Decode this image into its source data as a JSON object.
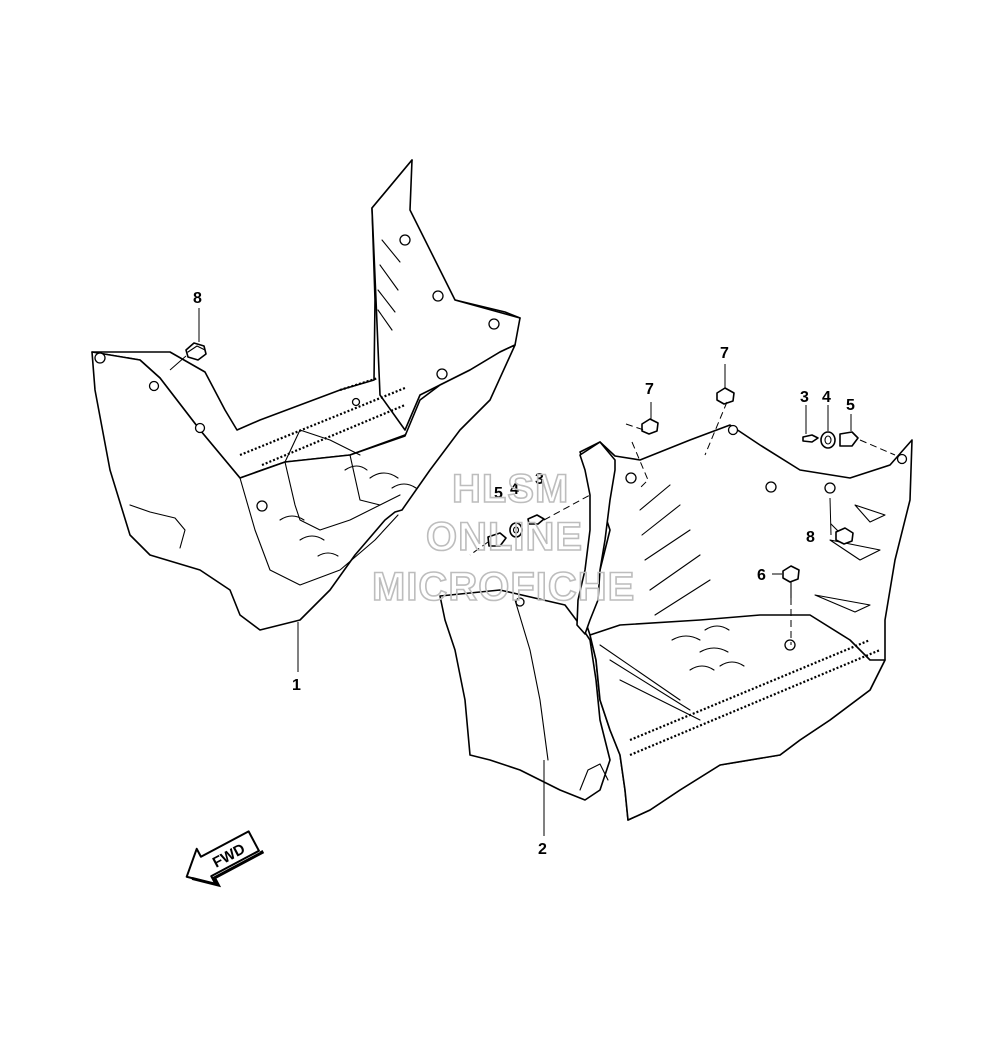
{
  "diagram": {
    "callouts": {
      "c1": "1",
      "c2": "2",
      "c3a": "3",
      "c3b": "3",
      "c4a": "4",
      "c4b": "4",
      "c5a": "5",
      "c5b": "5",
      "c6": "6",
      "c7a": "7",
      "c7b": "7",
      "c8a": "8",
      "c8b": "8"
    },
    "direction_arrow": {
      "label": "FWD"
    },
    "watermark": {
      "line1": "HLSM",
      "line2": "ONLINE",
      "line3": "MICROFICHE"
    }
  }
}
